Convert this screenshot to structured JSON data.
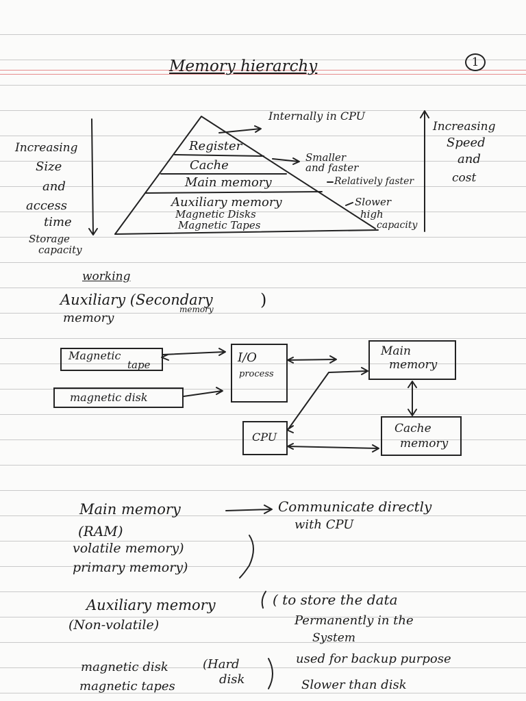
{
  "page_number": "1",
  "title": "Memory hierarchy",
  "pyramid": {
    "top_note": "Internally in CPU",
    "levels": [
      "Register",
      "Cache",
      "Main memory",
      "Auxiliary memory",
      "Magnetic Disks",
      "Magnetic Tapes"
    ],
    "left_label": [
      "Increasing",
      "Size",
      "and",
      "access",
      "time",
      "Storage",
      "capacity"
    ],
    "right_label": [
      "Increasing",
      "Speed",
      "and",
      "cost"
    ],
    "notes": {
      "cache": [
        "Smaller",
        "and faster"
      ],
      "main": "Relatively faster",
      "aux": [
        "Slower",
        "high",
        "capacity"
      ]
    }
  },
  "working": {
    "heading": "working",
    "subtitle_line1": "Auxiliary (Secondary",
    "subtitle_small": "memory",
    "subtitle_line2": "memory"
  },
  "block_diagram": {
    "tape": [
      "Magnetic",
      "tape"
    ],
    "disk": "magnetic disk",
    "io": [
      "I/O",
      "process"
    ],
    "main_memory": [
      "Main",
      "memory"
    ],
    "cpu": "CPU",
    "cache": [
      "Cache",
      "memory"
    ]
  },
  "notes": {
    "main_memory_title": "Main memory",
    "main_memory_desc": [
      "Communicate directly",
      "with CPU"
    ],
    "main_memory_props": [
      "(RAM)",
      "volatile memory)",
      "primary memory)"
    ],
    "aux_title": "Auxiliary memory",
    "aux_prop": "(Non-volatile)",
    "aux_desc": [
      "( to store the data",
      "Permanently in the",
      "System"
    ],
    "disk_types": [
      "magnetic disk",
      "magnetic tapes"
    ],
    "hard_disk": [
      "(Hard",
      "disk"
    ],
    "backup": "used for backup purpose",
    "slower": "Slower than disk"
  }
}
